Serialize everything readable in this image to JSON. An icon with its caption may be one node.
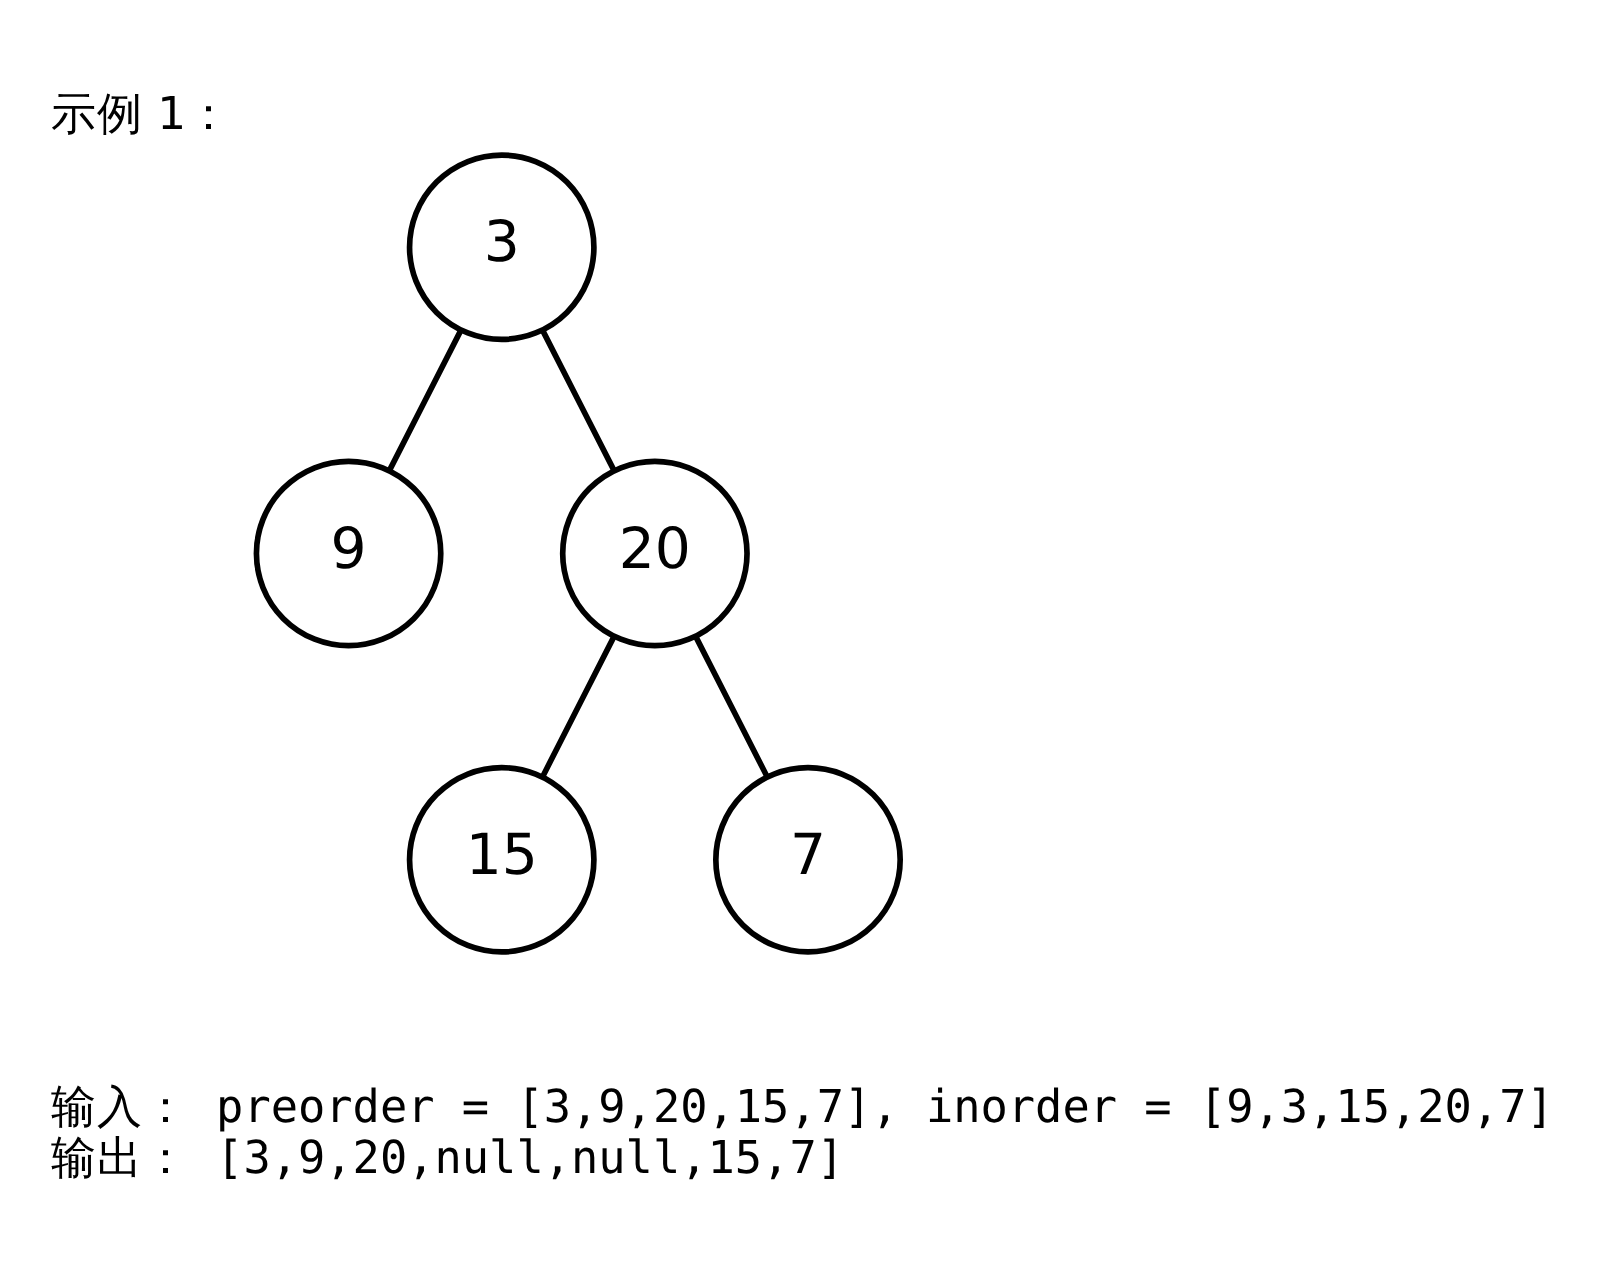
{
  "diagram": {
    "title": "示例 1：",
    "nodes": [
      {
        "text": [
          "3"
        ]
      },
      {
        "text": [
          "9"
        ]
      },
      {
        "text": [
          "20"
        ]
      },
      {
        "text": [
          "15"
        ]
      },
      {
        "text": [
          "7"
        ]
      }
    ],
    "edges": [
      {
        "from": 0,
        "to": 1,
        "arrow": "none"
      },
      {
        "from": 0,
        "to": 2,
        "arrow": "none"
      },
      {
        "from": 2,
        "to": 3,
        "arrow": "none"
      },
      {
        "from": 2,
        "to": 4,
        "arrow": "none"
      }
    ],
    "labels": [
      "输入： preorder = [3,9,20,15,7], inorder = [9,3,15,20,7]",
      "输出： [3,9,20,null,null,15,7]"
    ]
  }
}
